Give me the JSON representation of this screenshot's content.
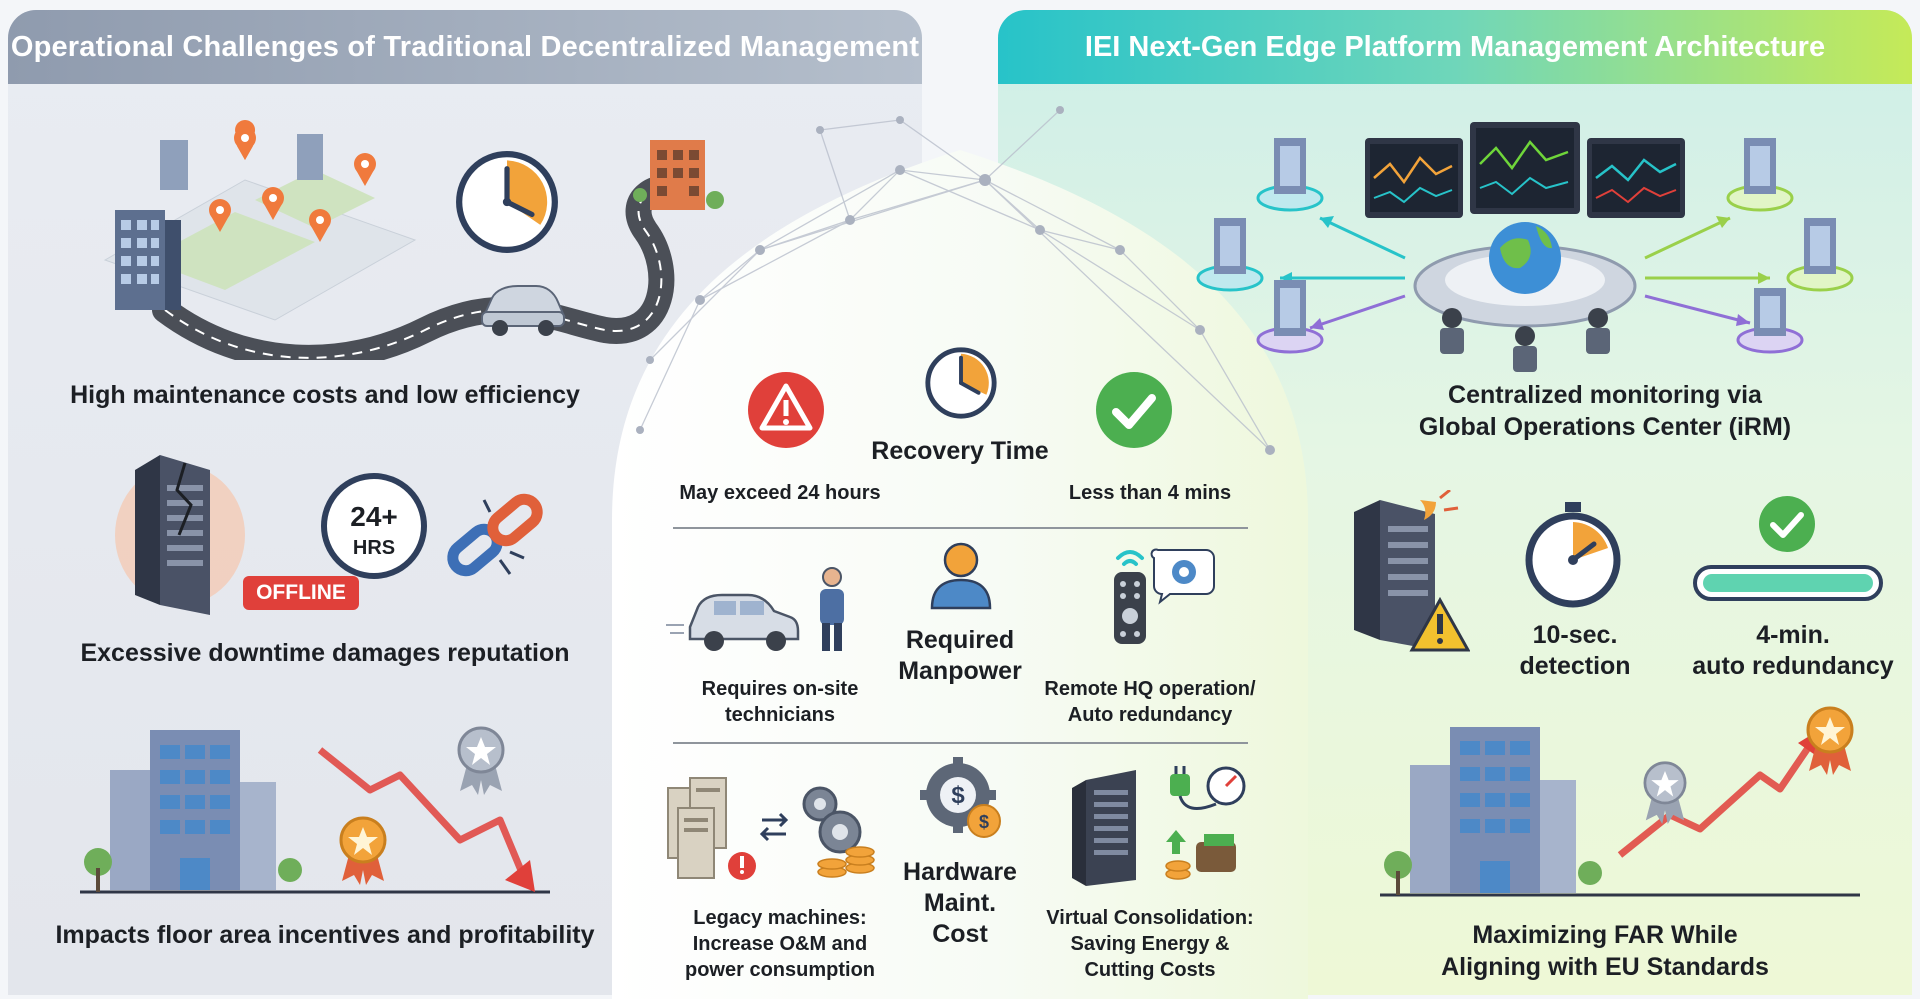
{
  "left": {
    "header": "Operational Challenges of Traditional Decentralized Management",
    "items": [
      {
        "caption": "High maintenance costs and low efficiency"
      },
      {
        "caption": "Excessive downtime damages reputation",
        "badge": "OFFLINE",
        "clock_line1": "24+",
        "clock_line2": "HRS"
      },
      {
        "caption": "Impacts floor area incentives and profitability"
      }
    ]
  },
  "right": {
    "header": "IEI Next-Gen Edge Platform Management Architecture",
    "items": [
      {
        "caption_line1": "Centralized monitoring via",
        "caption_line2": "Global Operations Center (iRM)"
      },
      {
        "detect_line1": "10-sec.",
        "detect_line2": "detection",
        "redundancy_line1": "4-min.",
        "redundancy_line2": "auto redundancy"
      },
      {
        "caption_line1": "Maximizing FAR While",
        "caption_line2": "Aligning with EU Standards"
      }
    ]
  },
  "center": {
    "recovery": {
      "title": "Recovery Time",
      "left": "May exceed 24 hours",
      "right": "Less than 4 mins"
    },
    "manpower": {
      "title_line1": "Required",
      "title_line2": "Manpower",
      "left_line1": "Requires on-site",
      "left_line2": "technicians",
      "right_line1": "Remote HQ operation/",
      "right_line2": "Auto redundancy"
    },
    "hardware": {
      "title_line1": "Hardware",
      "title_line2": "Maint.",
      "title_line3": "Cost",
      "left_line1": "Legacy machines:",
      "left_line2": "Increase O&M and",
      "left_line3": "power consumption",
      "right_line1": "Virtual Consolidation:",
      "right_line2": "Saving Energy &",
      "right_line3": "Cutting Costs"
    }
  },
  "colors": {
    "left_header": "#9aa5b6",
    "right_header_start": "#27c3c9",
    "right_header_end": "#c5ea58",
    "danger": "#e0403a",
    "success": "#4caf50",
    "clock": "#f2a33a",
    "arrow_down": "#e0403a",
    "arrow_up": "#e0403a"
  },
  "icons": [
    "city-map-icon",
    "clock-icon",
    "car-icon",
    "server-broken-icon",
    "link-broken-icon",
    "building-icon",
    "medal-icon",
    "trend-down-icon",
    "warning-icon",
    "check-icon",
    "person-icon",
    "remote-control-icon",
    "gear-dollar-icon",
    "server-icon",
    "monitoring-center-icon",
    "globe-icon",
    "stopwatch-icon",
    "progress-bar-icon",
    "trend-up-icon"
  ]
}
